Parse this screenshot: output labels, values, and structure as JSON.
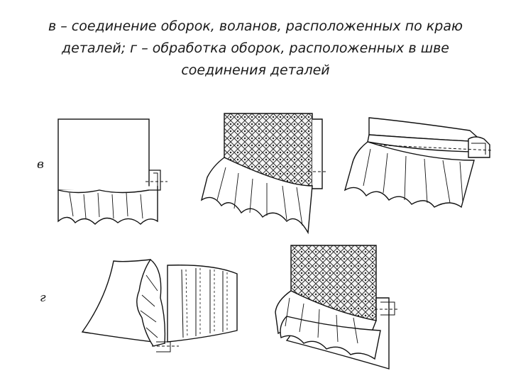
{
  "caption": {
    "line1": "в – соединение оборок, воланов, расположенных по краю",
    "line2": "деталей; г – обработка оборок, расположенных в шве",
    "line3": "соединения деталей"
  },
  "labels": {
    "v": "в",
    "g": "г"
  },
  "figures": [
    {
      "id": "v-left",
      "description_name": "plain piece with gathered frill"
    },
    {
      "id": "v-middle",
      "description_name": "patterned piece with frill"
    },
    {
      "id": "v-right",
      "description_name": "band with gathered frill"
    },
    {
      "id": "g-left",
      "description_name": "frill in seam"
    },
    {
      "id": "g-right",
      "description_name": "double frill in seam"
    }
  ]
}
